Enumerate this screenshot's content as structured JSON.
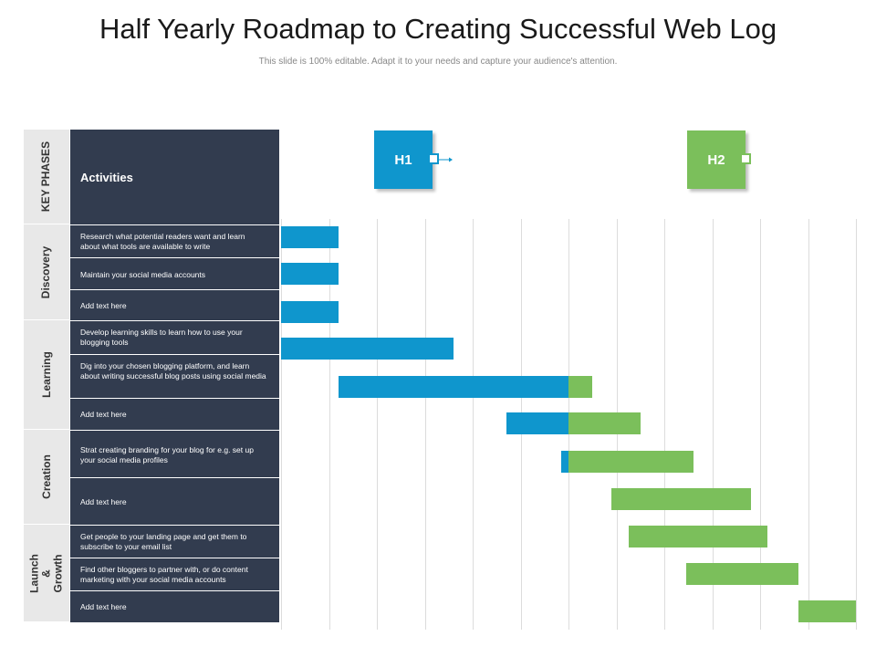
{
  "title": "Half Yearly Roadmap to Creating Successful Web Log",
  "subtitle": "This slide is 100% editable. Adapt it to your needs and capture your audience's attention.",
  "key_phases_label": "KEY PHASES",
  "activities_label": "Activities",
  "halves": [
    "H1",
    "H2"
  ],
  "colors": {
    "h1": "#0f96cd",
    "h2": "#7bbf5b",
    "panel": "#323c4f",
    "phase_bg": "#e8e8e8"
  },
  "phases": [
    {
      "name": "Discovery",
      "activities": [
        "Research what potential readers want and learn about what tools are available to write",
        "Maintain your social media accounts",
        "Add text here"
      ]
    },
    {
      "name": "Learning",
      "activities": [
        "Develop learning skills to learn how to use your blogging tools",
        "Dig into your chosen blogging platform, and learn about writing successful blog posts using social media",
        "Add text here"
      ]
    },
    {
      "name": "Creation",
      "activities": [
        "Strat creating branding for your blog for e.g. set up your social media profiles",
        "Add text here"
      ]
    },
    {
      "name": "Launch & Growth",
      "activities": [
        "Get people to your landing page and get them to subscribe to your email list",
        "Find other bloggers to partner with, or do content marketing with your social media accounts",
        "Add text here"
      ]
    }
  ],
  "chart_data": {
    "type": "bar",
    "timeline_units": 12,
    "bars": [
      {
        "start": 0,
        "end": 1.2,
        "h2_from": null
      },
      {
        "start": 0,
        "end": 1.2,
        "h2_from": null
      },
      {
        "start": 0,
        "end": 1.2,
        "h2_from": null
      },
      {
        "start": 0,
        "end": 3.6,
        "h2_from": null
      },
      {
        "start": 1.2,
        "end": 6.5,
        "h2_from": 6.0
      },
      {
        "start": 4.7,
        "end": 7.5,
        "h2_from": 6.0
      },
      {
        "start": 5.85,
        "end": 8.6,
        "h2_from": 6.0
      },
      {
        "start": 6.9,
        "end": 9.8,
        "h2_from": 6.0
      },
      {
        "start": 7.25,
        "end": 10.15,
        "h2_from": 6.0
      },
      {
        "start": 8.45,
        "end": 10.8,
        "h2_from": 6.0
      },
      {
        "start": 10.8,
        "end": 12.0,
        "h2_from": 6.0
      }
    ]
  }
}
